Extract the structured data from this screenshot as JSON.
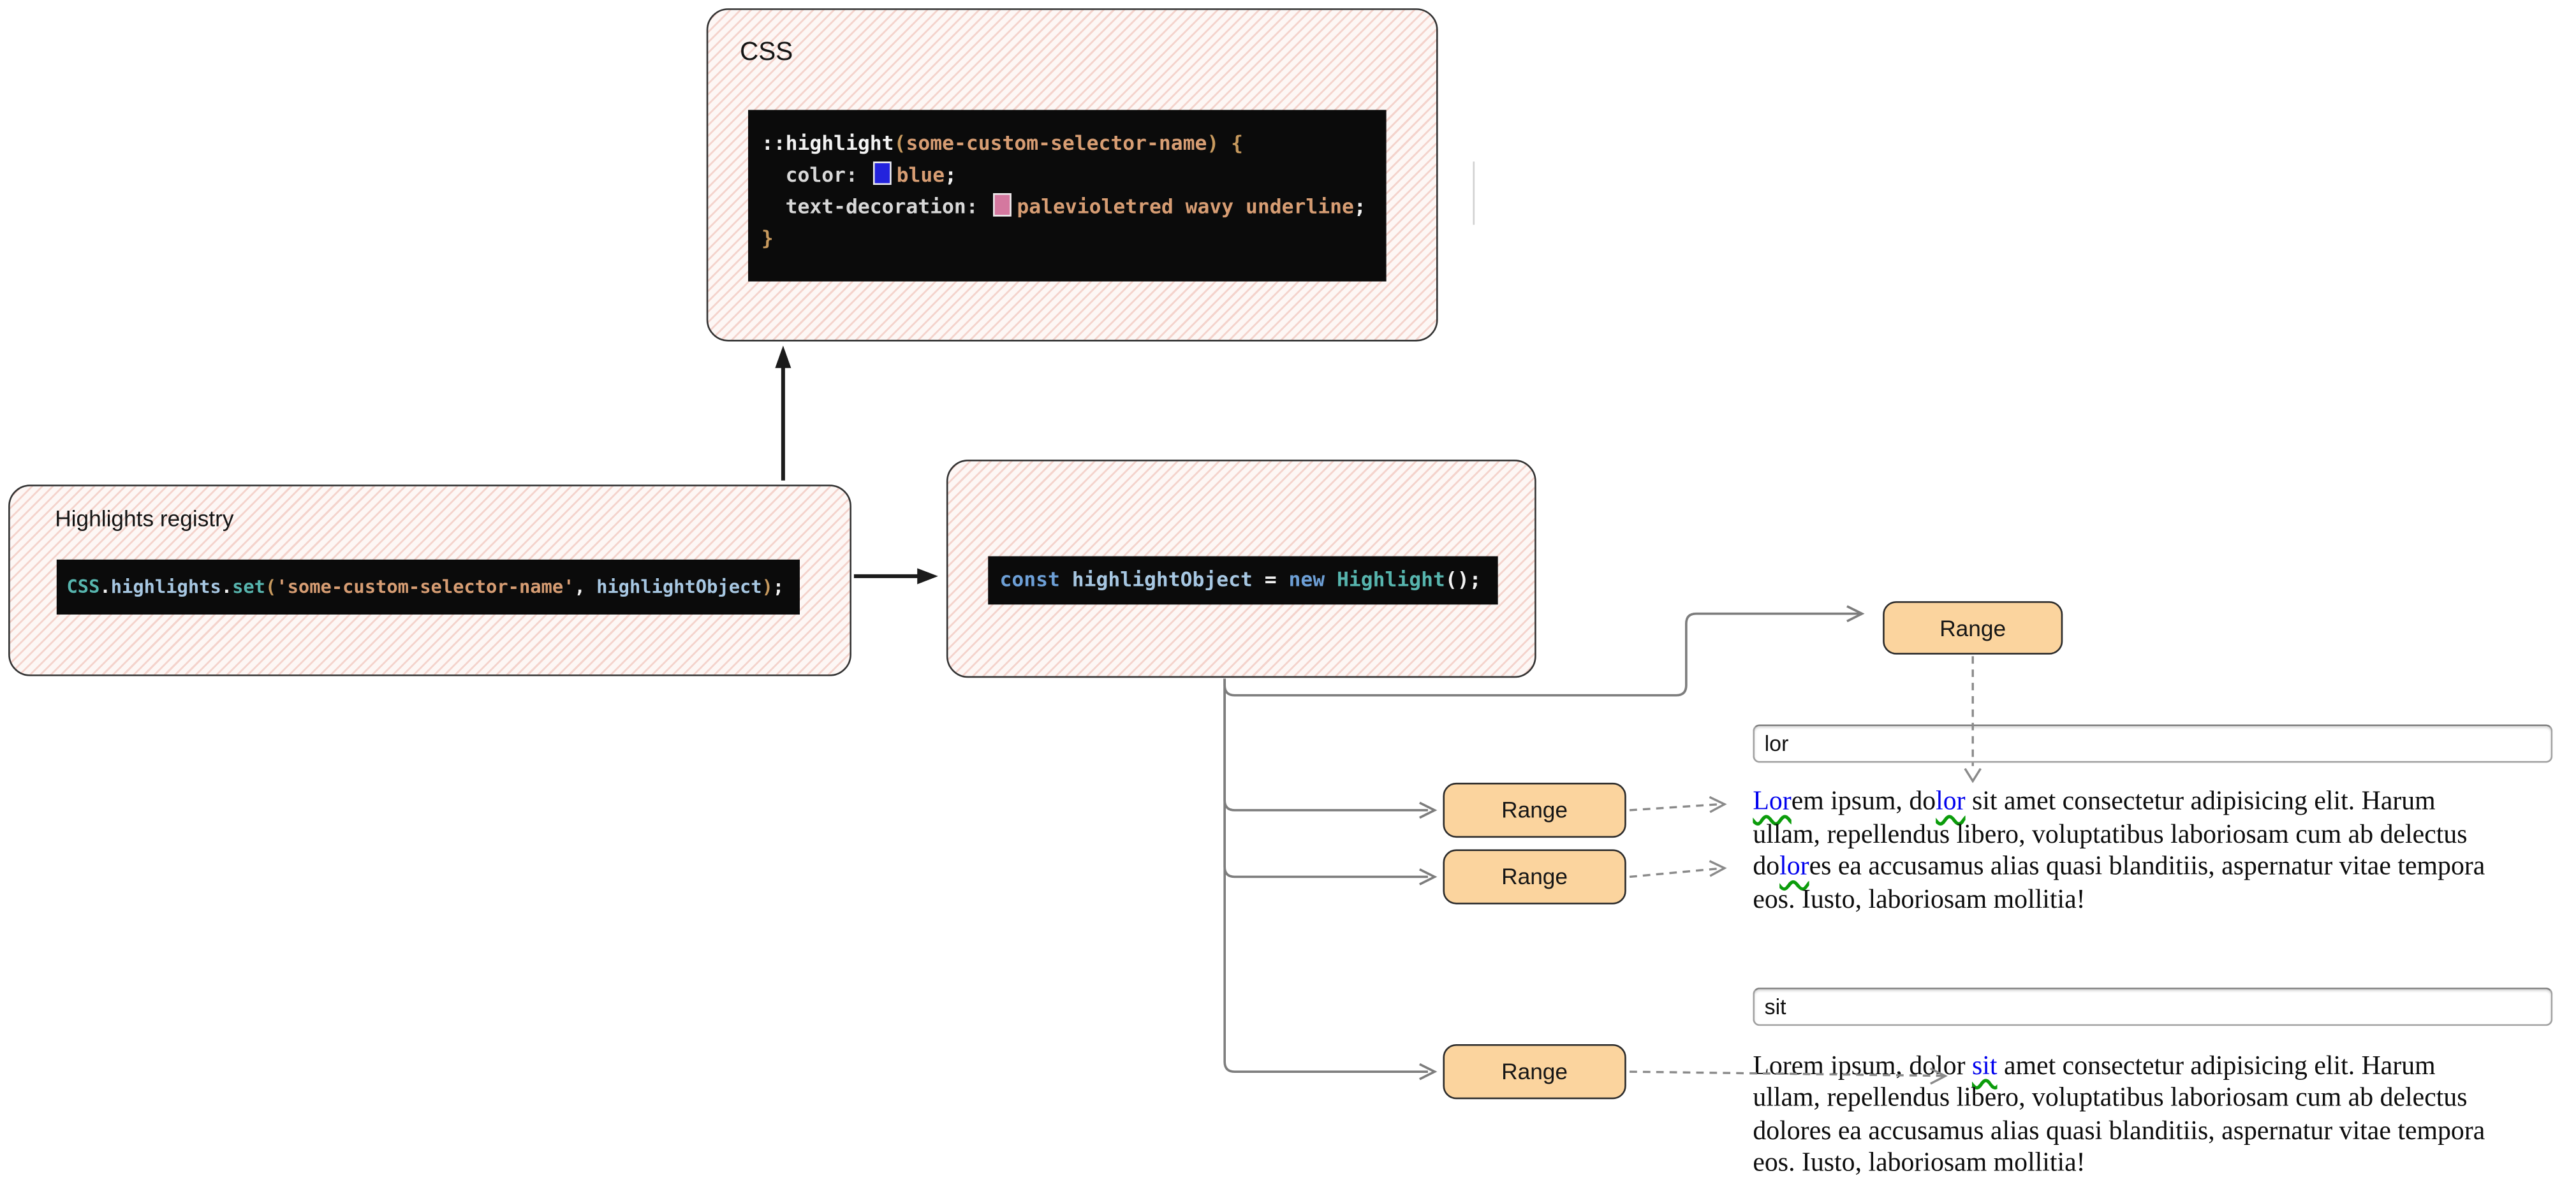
{
  "colors": {
    "box-bg-stripe": "#f4d3cc",
    "box-bg-base": "#fdf7f5",
    "box-border": "#333333",
    "text-primary": "#141414",
    "code-bg": "#0b0b0b",
    "code-plain": "#f2f2f2",
    "code-prop": "#d8d8d8",
    "code-punct": "#c89a5e",
    "code-string": "#d79d73",
    "code-teal": "#57b5ae",
    "code-paleblue": "#a7c7e2",
    "code-keyword": "#6d9fd6",
    "swatch-blue": "#2323dd",
    "swatch-pink": "#d4789f",
    "node-fill": "#fbd49e",
    "node-border": "#2c2c2c",
    "connector": "#7d7d7d",
    "connector-dash": "#8a8a8a",
    "arrow-black": "#1b1b1b",
    "highlight-text": "#0202ee",
    "wavy-underline": "#0b9c0b",
    "input-border": "#a0a0a0"
  },
  "css_box": {
    "title": "CSS",
    "code_lines": [
      [
        {
          "text": "::highlight",
          "style": "plain"
        },
        {
          "text": "(",
          "style": "punct"
        },
        {
          "text": "some-custom-selector-name",
          "style": "string"
        },
        {
          "text": ") {",
          "style": "punct"
        }
      ],
      [
        {
          "text": "  color: ",
          "style": "prop"
        },
        {
          "swatch": "blue"
        },
        {
          "text": "blue",
          "style": "string"
        },
        {
          "text": ";",
          "style": "plain"
        }
      ],
      [
        {
          "text": "  text-decoration: ",
          "style": "prop"
        },
        {
          "swatch": "pink"
        },
        {
          "text": "palevioletred wavy underline",
          "style": "string"
        },
        {
          "text": ";",
          "style": "plain"
        }
      ],
      [
        {
          "text": "}",
          "style": "punct"
        }
      ]
    ]
  },
  "registry_box": {
    "title": "Highlights registry",
    "code_lines": [
      [
        {
          "text": "CSS",
          "style": "teal"
        },
        {
          "text": ".",
          "style": "plain"
        },
        {
          "text": "highlights",
          "style": "paleblue"
        },
        {
          "text": ".",
          "style": "plain"
        },
        {
          "text": "set",
          "style": "teal"
        },
        {
          "text": "(",
          "style": "punct"
        },
        {
          "text": "'some-custom-selector-name'",
          "style": "string"
        },
        {
          "text": ", ",
          "style": "plain"
        },
        {
          "text": "highlightObject",
          "style": "paleblue"
        },
        {
          "text": ")",
          "style": "punct"
        },
        {
          "text": ";",
          "style": "plain"
        }
      ]
    ]
  },
  "js_box": {
    "code_lines": [
      [
        {
          "text": "const ",
          "style": "keyword"
        },
        {
          "text": "highlightObject ",
          "style": "paleblue"
        },
        {
          "text": "= ",
          "style": "plain"
        },
        {
          "text": "new ",
          "style": "keyword"
        },
        {
          "text": "Highlight",
          "style": "teal"
        },
        {
          "text": "();",
          "style": "plain"
        }
      ]
    ]
  },
  "range_nodes": [
    {
      "label": "Range"
    },
    {
      "label": "Range"
    },
    {
      "label": "Range"
    },
    {
      "label": "Range"
    }
  ],
  "search_inputs": [
    {
      "value": "lor"
    },
    {
      "value": "sit"
    }
  ],
  "paragraphs": [
    {
      "lines": [
        [
          {
            "t": "Lor",
            "hl": true
          },
          {
            "t": "em ipsum, do"
          },
          {
            "t": "lor",
            "hl": true
          },
          {
            "t": " sit amet consectetur adipisicing elit. Harum"
          }
        ],
        [
          {
            "t": "ullam, repellendus libero, voluptatibus laboriosam cum ab delectus"
          }
        ],
        [
          {
            "t": "do"
          },
          {
            "t": "lor",
            "hl": true
          },
          {
            "t": "es ea accusamus alias quasi blanditiis, aspernatur vitae tempora"
          }
        ],
        [
          {
            "t": "eos. Iusto, laboriosam mollitia!"
          }
        ]
      ]
    },
    {
      "lines": [
        [
          {
            "t": "Lorem ipsum, dolor "
          },
          {
            "t": "sit",
            "hl": true
          },
          {
            "t": " amet consectetur adipisicing elit. Harum"
          }
        ],
        [
          {
            "t": "ullam, repellendus libero, voluptatibus laboriosam cum ab delectus"
          }
        ],
        [
          {
            "t": "dolores ea accusamus alias quasi blanditiis, aspernatur vitae tempora"
          }
        ],
        [
          {
            "t": "eos. Iusto, laboriosam mollitia!"
          }
        ]
      ]
    }
  ]
}
